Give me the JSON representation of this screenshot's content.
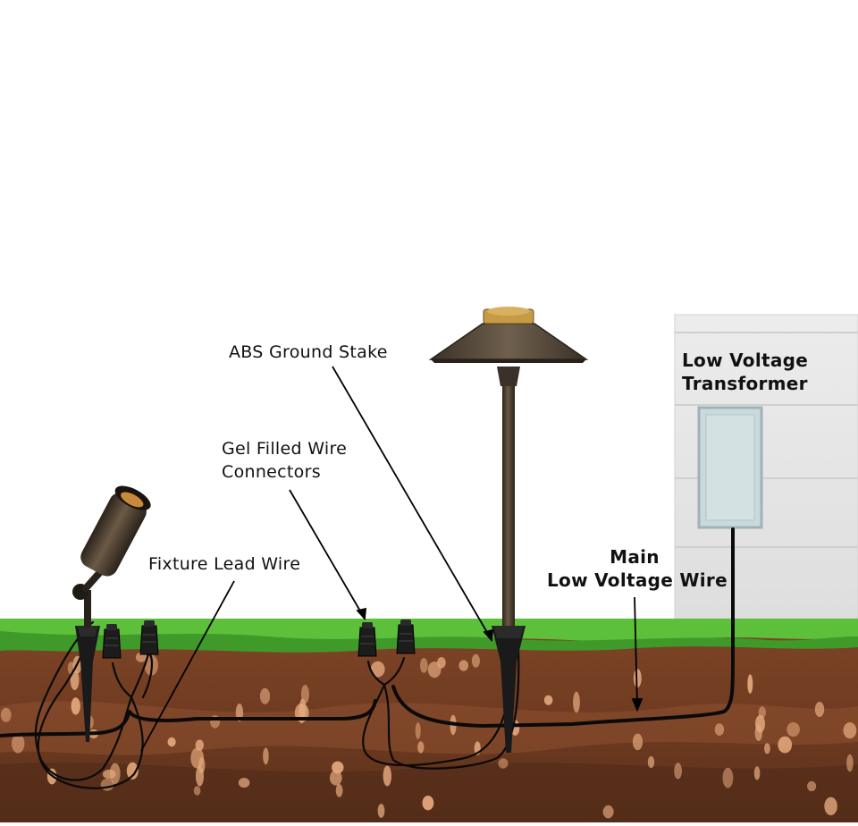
{
  "title": "Low voltage landscape lighting wiring diagram",
  "labels": {
    "abs_ground_stake": "ABS Ground Stake",
    "gel_connectors_line1": "Gel Filled Wire",
    "gel_connectors_line2": "Connectors",
    "fixture_lead_wire": "Fixture Lead Wire",
    "main_wire_line1": "Main",
    "main_wire_line2": "Low Voltage Wire",
    "transformer_line1": "Low Voltage",
    "transformer_line2": "Transformer"
  },
  "colors": {
    "sky": "#ffffff",
    "grass": "#5dc03a",
    "soil": "#7a4226",
    "soil_dark": "#4e2a18",
    "pebble": "#e2a77c",
    "wire": "#0a0a0a",
    "brass": "#4a3e30",
    "wall": "#e6e6e6",
    "transformer_box": "#c9d9dc"
  }
}
